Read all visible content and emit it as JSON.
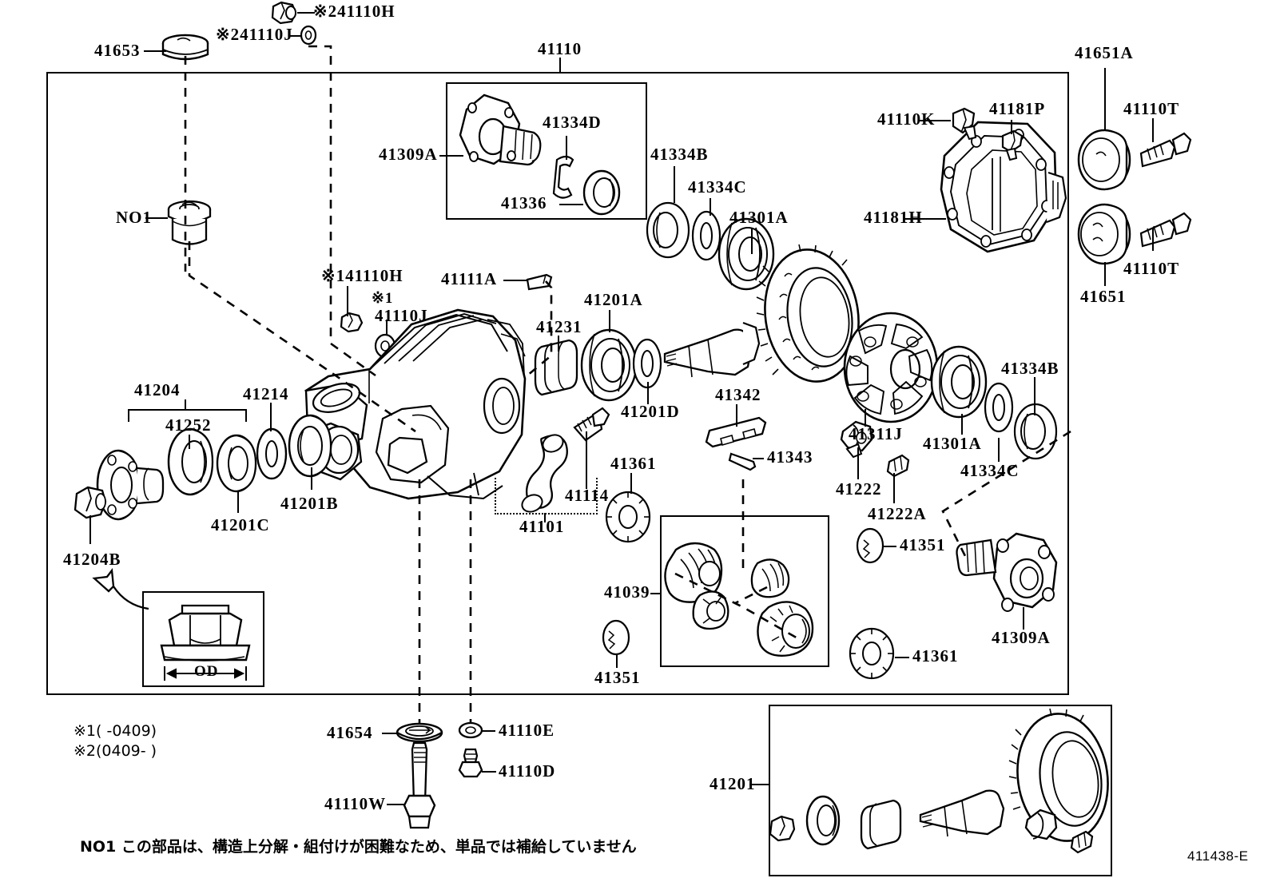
{
  "diagram": {
    "drawing_code": "411438-E",
    "main_group_label": "41110",
    "title_note_marker": "NO1",
    "footnote_jp": "NO1 この部品は、構造上分解・組付けが困難なため、単品では補給していません",
    "note_markers": [
      {
        "id": "note1",
        "text": "※1(    -0409)"
      },
      {
        "id": "note2",
        "text": "※2(0409-    )"
      }
    ],
    "od_caption": "OD"
  },
  "labels": {
    "top": [
      {
        "key": "n241110H",
        "text": "※241110H"
      },
      {
        "key": "n241110J",
        "text": "※241110J"
      },
      {
        "key": "p41653",
        "text": "41653"
      },
      {
        "key": "p41110",
        "text": "41110"
      },
      {
        "key": "p41651A",
        "text": "41651A"
      }
    ],
    "inset_pinion_flange": [
      {
        "key": "p41309A",
        "text": "41309A"
      },
      {
        "key": "p41334D",
        "text": "41334D"
      },
      {
        "key": "p41336",
        "text": "41336"
      }
    ],
    "center_column": [
      {
        "key": "p41334B",
        "text": "41334B"
      },
      {
        "key": "p41334C",
        "text": "41334C"
      },
      {
        "key": "p41301A",
        "text": "41301A"
      },
      {
        "key": "p41110K",
        "text": "41110K"
      },
      {
        "key": "p41181P",
        "text": "41181P"
      },
      {
        "key": "p41181H",
        "text": "41181H"
      },
      {
        "key": "p41110T_top",
        "text": "41110T"
      },
      {
        "key": "p41110T_bot",
        "text": "41110T"
      },
      {
        "key": "p41651",
        "text": "41651"
      }
    ],
    "left_column": [
      {
        "key": "pNO1",
        "text": "NO1"
      },
      {
        "key": "p141110H",
        "text": "※141110H"
      },
      {
        "key": "pstar1",
        "text": "※1"
      },
      {
        "key": "p41110J",
        "text": "41110J"
      },
      {
        "key": "p41111A",
        "text": "41111A"
      },
      {
        "key": "p41201A",
        "text": "41201A"
      },
      {
        "key": "p41231",
        "text": "41231"
      },
      {
        "key": "p41201D",
        "text": "41201D"
      },
      {
        "key": "p41204",
        "text": "41204"
      },
      {
        "key": "p41252",
        "text": "41252"
      },
      {
        "key": "p41214",
        "text": "41214"
      },
      {
        "key": "p41201C",
        "text": "41201C"
      },
      {
        "key": "p41201B",
        "text": "41201B"
      },
      {
        "key": "p41204B",
        "text": "41204B"
      },
      {
        "key": "p41101",
        "text": "41101"
      },
      {
        "key": "p41114",
        "text": "41114"
      }
    ],
    "right_column": [
      {
        "key": "p41342",
        "text": "41342"
      },
      {
        "key": "p41343",
        "text": "41343"
      },
      {
        "key": "p41361_top",
        "text": "41361"
      },
      {
        "key": "p41361_bot",
        "text": "41361"
      },
      {
        "key": "p41039",
        "text": "41039"
      },
      {
        "key": "p41351_left",
        "text": "41351"
      },
      {
        "key": "p41351_right",
        "text": "41351"
      },
      {
        "key": "p41311J",
        "text": "41311J"
      },
      {
        "key": "p41301A_r",
        "text": "41301A"
      },
      {
        "key": "p41334B_r",
        "text": "41334B"
      },
      {
        "key": "p41334C_r",
        "text": "41334C"
      },
      {
        "key": "p41222",
        "text": "41222"
      },
      {
        "key": "p41222A",
        "text": "41222A"
      },
      {
        "key": "p41309A_r",
        "text": "41309A"
      }
    ],
    "bottom": [
      {
        "key": "p41654",
        "text": "41654"
      },
      {
        "key": "p41110W",
        "text": "41110W"
      },
      {
        "key": "p41110E",
        "text": "41110E"
      },
      {
        "key": "p41110D",
        "text": "41110D"
      },
      {
        "key": "p41201_inset",
        "text": "41201"
      }
    ]
  }
}
